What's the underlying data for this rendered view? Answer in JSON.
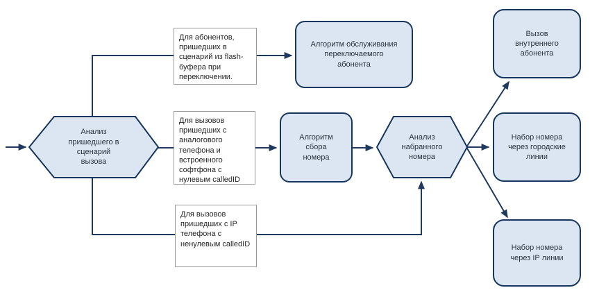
{
  "diagram": {
    "type": "flowchart",
    "colors": {
      "node_fill": "#dbe6f2",
      "node_border": "#17365d",
      "connector": "#1f3a5e",
      "note_border": "#9a9a9a",
      "note_fill": "#ffffff",
      "node_text": "#2a3440",
      "note_text": "#262626",
      "background": "#ffffff"
    },
    "nodes": {
      "hex_incoming": {
        "shape": "hexagon",
        "label": "Анализ пришедшего в сценарий вызова"
      },
      "hex_dialed": {
        "shape": "hexagon",
        "label": "Анализ набранного номера"
      },
      "alg_switch": {
        "shape": "rounded-rectangle",
        "label": "Алгоритм обслуживания переключаемого абонента"
      },
      "alg_collect": {
        "shape": "rounded-rectangle",
        "label": "Алгоритм сбора номера"
      },
      "call_internal": {
        "shape": "rounded-rectangle",
        "label": "Вызов внутреннего абонента"
      },
      "dial_city": {
        "shape": "rounded-rectangle",
        "label": "Набор номера через городские линии"
      },
      "dial_ip": {
        "shape": "rounded-rectangle",
        "label": "Набор номера через IP линии"
      }
    },
    "notes": {
      "flash_buffer": {
        "text": "Для абонентов, пришедших в сценарий из flash-буфера при переключении."
      },
      "analog_phone": {
        "text": "Для вызовов пришедших с аналогового телефона и встроенного софтфона с нулевым calledID"
      },
      "ip_phone": {
        "text": "Для вызовов пришедших с IP телефона с ненулевым calledID"
      }
    },
    "edges": [
      {
        "from": "start",
        "to": "hex_incoming"
      },
      {
        "from": "hex_incoming",
        "to": "alg_switch",
        "via_note": "flash_buffer"
      },
      {
        "from": "hex_incoming",
        "to": "alg_collect",
        "via_note": "analog_phone"
      },
      {
        "from": "alg_collect",
        "to": "hex_dialed"
      },
      {
        "from": "hex_incoming",
        "to": "hex_dialed",
        "via_note": "ip_phone"
      },
      {
        "from": "hex_dialed",
        "to": "call_internal"
      },
      {
        "from": "hex_dialed",
        "to": "dial_city"
      },
      {
        "from": "hex_dialed",
        "to": "dial_ip"
      }
    ]
  }
}
